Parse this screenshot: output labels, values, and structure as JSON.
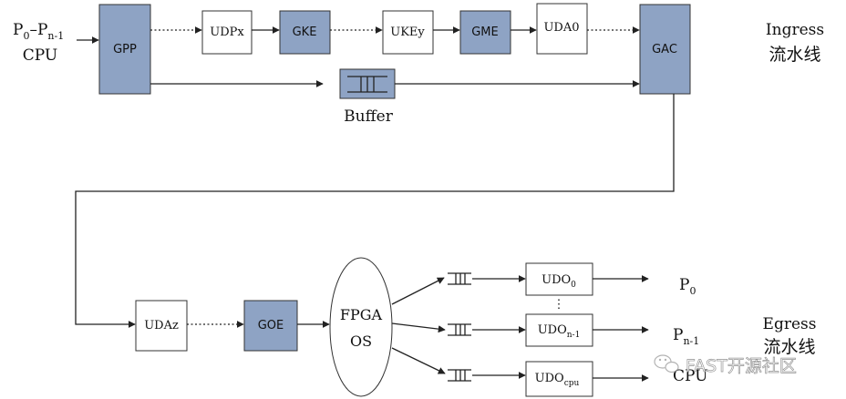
{
  "colors": {
    "shaded": "#8ea3c4",
    "plain": "#ffffff",
    "line": "#222222"
  },
  "ingress": {
    "source_label": {
      "main": "P",
      "sub0": "0",
      "dash": "–P",
      "sub1": "n-1"
    },
    "source_cpu": "CPU",
    "gpp": "GPP",
    "udpx": "UDPx",
    "gke": "GKE",
    "ukey": "UKEy",
    "gme": "GME",
    "uda0": "UDA0",
    "gac": "GAC",
    "buffer": "Buffer",
    "title_en": "Ingress",
    "title_cn": "流水线"
  },
  "egress": {
    "udaz": "UDAz",
    "goe": "GOE",
    "fpga_line1": "FPGA",
    "fpga_line2": "OS",
    "udo0": {
      "main": "UDO",
      "sub": "0"
    },
    "udo_n1": {
      "main": "UDO",
      "sub": "n-1"
    },
    "udo_cpu": {
      "main": "UDO",
      "sub": "cpu"
    },
    "ellipsis": "⋮",
    "out_p0": {
      "main": "P",
      "sub": "0"
    },
    "out_pn1": {
      "main": "P",
      "sub": "n-1"
    },
    "out_cpu": "CPU",
    "title_en": "Egress",
    "title_cn": "流水线"
  },
  "watermark": {
    "icon": "wechat-icon",
    "text": "FAST开源社区"
  }
}
